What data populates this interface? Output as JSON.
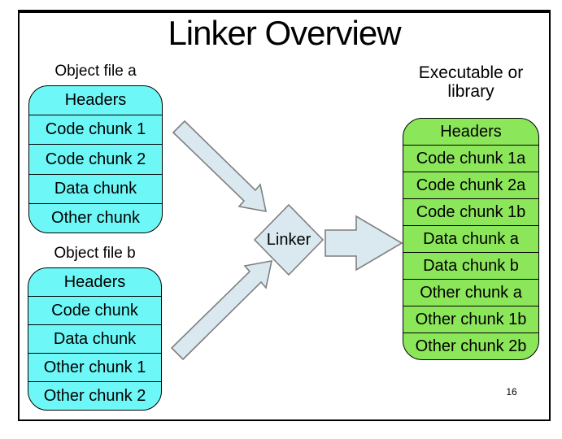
{
  "slide": {
    "title": "Linker Overview",
    "page_number": "16",
    "colors": {
      "object_file_fill": "#6EF7F7",
      "executable_fill": "#8CE65A",
      "arrow_fill": "#DAE9EF",
      "arrow_stroke": "#7F7F7F",
      "box_outline": "#000000",
      "slide_border": "#000000"
    },
    "object_file_a": {
      "label": "Object file a",
      "rows": [
        "Headers",
        "Code chunk 1",
        "Code chunk 2",
        "Data chunk",
        "Other chunk"
      ]
    },
    "object_file_b": {
      "label": "Object file b",
      "rows": [
        "Headers",
        "Code chunk",
        "Data chunk",
        "Other chunk 1",
        "Other chunk 2"
      ]
    },
    "linker": {
      "label": "Linker"
    },
    "executable": {
      "label_lines": [
        "Executable or",
        "library"
      ],
      "rows": [
        "Headers",
        "Code chunk 1a",
        "Code chunk 2a",
        "Code chunk 1b",
        "Data chunk a",
        "Data chunk b",
        "Other chunk a",
        "Other chunk 1b",
        "Other chunk 2b"
      ]
    }
  }
}
